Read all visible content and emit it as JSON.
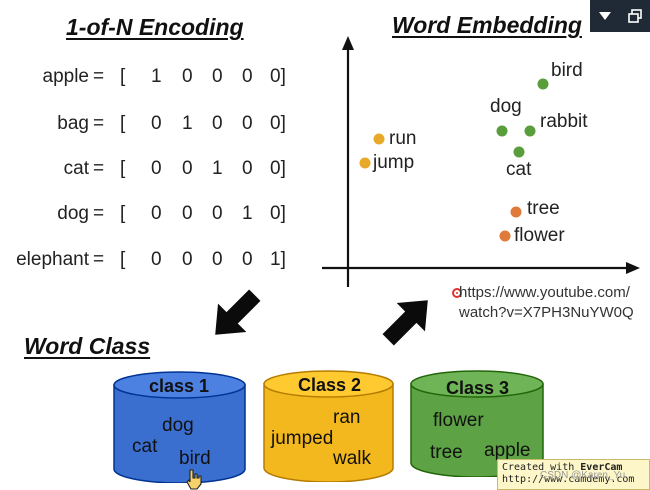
{
  "titles": {
    "one_of_n": "1-of-N Encoding",
    "embedding": "Word Embedding",
    "word_class": "Word Class"
  },
  "encoding": [
    {
      "word": "apple",
      "eq": "=",
      "vector": [
        "[",
        "1",
        "0",
        "0",
        "0",
        "0]"
      ]
    },
    {
      "word": "bag",
      "eq": "=",
      "vector": [
        "[",
        "0",
        "1",
        "0",
        "0",
        "0]"
      ]
    },
    {
      "word": "cat",
      "eq": "=",
      "vector": [
        "[",
        "0",
        "0",
        "1",
        "0",
        "0]"
      ]
    },
    {
      "word": "dog",
      "eq": "=",
      "vector": [
        "[",
        "0",
        "0",
        "0",
        "1",
        "0]"
      ]
    },
    {
      "word": "elephant",
      "eq": "=",
      "vector": [
        "[",
        "0",
        "0",
        "0",
        "0",
        "1]"
      ]
    }
  ],
  "embedding_points": [
    {
      "label": "bird",
      "color": "#5a9e3c"
    },
    {
      "label": "dog",
      "color": "#5a9e3c"
    },
    {
      "label": "rabbit",
      "color": "#5a9e3c"
    },
    {
      "label": "cat",
      "color": "#5a9e3c"
    },
    {
      "label": "run",
      "color": "#e8a92a"
    },
    {
      "label": "jump",
      "color": "#e8a92a"
    },
    {
      "label": "tree",
      "color": "#e07a3a"
    },
    {
      "label": "flower",
      "color": "#e07a3a"
    }
  ],
  "url": {
    "line1": "https://www.youtube.com/",
    "line2": "watch?v=X7PH3NuYW0Q"
  },
  "classes": [
    {
      "title": "class 1",
      "color": "#3a6fcf",
      "words": [
        "dog",
        "cat",
        "bird"
      ]
    },
    {
      "title": "Class 2",
      "color": "#f2b81d",
      "words": [
        "ran",
        "jumped",
        "walk"
      ]
    },
    {
      "title": "Class 3",
      "color": "#5da244",
      "words": [
        "flower",
        "tree",
        "apple"
      ]
    }
  ],
  "watermark": {
    "line1_prefix": "Created with ",
    "line1_brand": "EverCam",
    "line2": "http://www.camdemy.com",
    "csdn": "CSDN @Karen_Yu"
  },
  "window_controls": {
    "menu_icon": "dropdown-triangle-icon",
    "restore_icon": "restore-window-icon"
  }
}
